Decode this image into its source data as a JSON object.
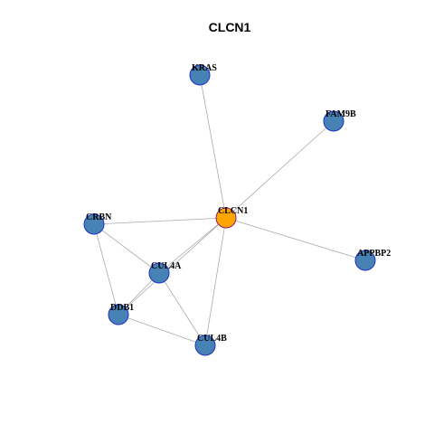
{
  "title": "CLCN1",
  "colors": {
    "edge": "#aaaaaa",
    "node_fill": "#4682b4",
    "node_stroke": "#1f2fc8",
    "hub_fill": "#ffa500",
    "hub_stroke": "#8b1a6b",
    "label": "#000000"
  },
  "nodes": [
    {
      "id": "KRAS",
      "label": "KRAS",
      "hub": false
    },
    {
      "id": "FAM9B",
      "label": "FAM9B",
      "hub": false
    },
    {
      "id": "CLCN1",
      "label": "CLCN1",
      "hub": true
    },
    {
      "id": "CRBN",
      "label": "CRBN",
      "hub": false
    },
    {
      "id": "APPBP2",
      "label": "APPBP2",
      "hub": false
    },
    {
      "id": "CUL4A",
      "label": "CUL4A",
      "hub": false
    },
    {
      "id": "DDB1",
      "label": "DDB1",
      "hub": false
    },
    {
      "id": "CUL4B",
      "label": "CUL4B",
      "hub": false
    }
  ],
  "edges": [
    {
      "source": "CLCN1",
      "target": "KRAS"
    },
    {
      "source": "CLCN1",
      "target": "FAM9B"
    },
    {
      "source": "CLCN1",
      "target": "CRBN"
    },
    {
      "source": "CLCN1",
      "target": "APPBP2"
    },
    {
      "source": "CLCN1",
      "target": "CUL4A"
    },
    {
      "source": "CLCN1",
      "target": "DDB1"
    },
    {
      "source": "CLCN1",
      "target": "CUL4B"
    },
    {
      "source": "CRBN",
      "target": "CUL4A"
    },
    {
      "source": "CRBN",
      "target": "DDB1"
    },
    {
      "source": "CUL4A",
      "target": "DDB1"
    },
    {
      "source": "CUL4A",
      "target": "CUL4B"
    },
    {
      "source": "DDB1",
      "target": "CUL4B"
    }
  ]
}
